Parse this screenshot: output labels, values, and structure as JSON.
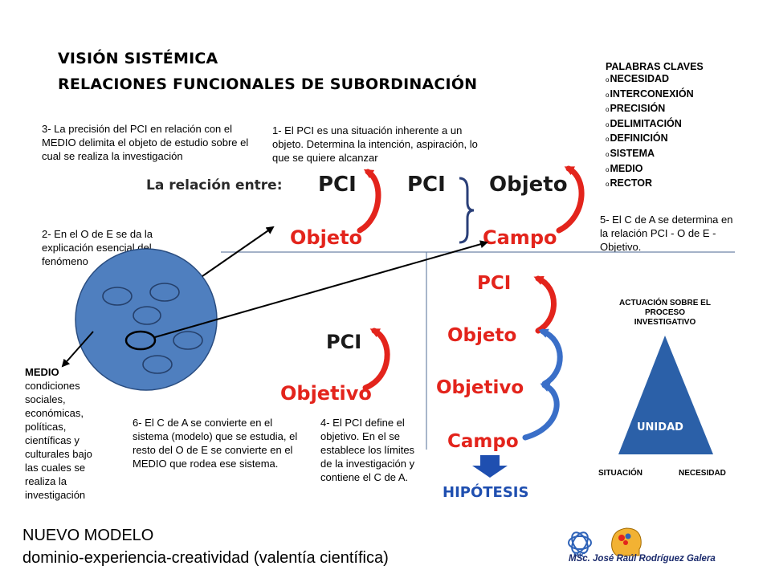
{
  "title": {
    "line1": "VISIÓN SISTÉMICA",
    "line2": "RELACIONES  FUNCIONALES  DE  SUBORDINACIÓN"
  },
  "keywords": {
    "heading": "PALABRAS CLAVES",
    "bullet": "o",
    "items": [
      "NECESIDAD",
      "INTERCONEXIÓN",
      "PRECISIÓN",
      "DELIMITACIÓN",
      "DEFINICIÓN",
      "SISTEMA",
      "MEDIO",
      "RECTOR"
    ]
  },
  "notes": {
    "n1": "1- El PCI es una situación inherente a un objeto.  Determina la intención, aspiración, lo que se quiere alcanzar",
    "n2": "2- En el O de E se da la explicación esencial del fenómeno",
    "n3": "3- La precisión del PCI en relación con el MEDIO delimita el objeto  de estudio sobre el cual se realiza la investigación",
    "n4": "4- El PCI define el objetivo. En el se establece los límites de la investigación y contiene el C de A.",
    "n5": "5- El C de A se determina en la relación PCI - O de E - Objetivo.",
    "n6": "6- El C de A se  convierte en el sistema (modelo) que se estudia, el resto del O de E se convierte en el MEDIO  que rodea ese sistema."
  },
  "medio": {
    "heading": "MEDIO",
    "body": "condiciones sociales, económicas, políticas, científicas y culturales bajo las cuales se realiza la investigación"
  },
  "diagram": {
    "relation_label": "La relación entre:",
    "pair1": {
      "top": "PCI",
      "bottom": "Objeto"
    },
    "pci_mid": "PCI",
    "pair2": {
      "top": "Objeto",
      "bottom": "Campo"
    },
    "pair3": {
      "top": "PCI",
      "bottom": "Objetivo"
    },
    "chain": [
      "PCI",
      "Objeto",
      "Objetivo",
      "Campo"
    ],
    "hypothesis": "HIPÓTESIS"
  },
  "triangle": {
    "title": "ACTUACIÓN SOBRE EL  PROCESO INVESTIGATIVO",
    "center": "UNIDAD",
    "left": "SITUACIÓN",
    "right": "NECESIDAD"
  },
  "model": {
    "line1": "NUEVO MODELO",
    "line2": "dominio-experiencia-creatividad  (valentía científica)"
  },
  "logo": {
    "mark": "MIC",
    "author": "MSc. José Raúl Rodríguez Galera"
  },
  "colors": {
    "red": "#e3241c",
    "blue": "#3a6fc8",
    "circle_fill": "#4f7fbf",
    "circle_stroke": "#2a4d80",
    "triangle": "#2b60a8",
    "hypothesis": "#1f4fb0",
    "arrow": "#1f4fb0"
  }
}
